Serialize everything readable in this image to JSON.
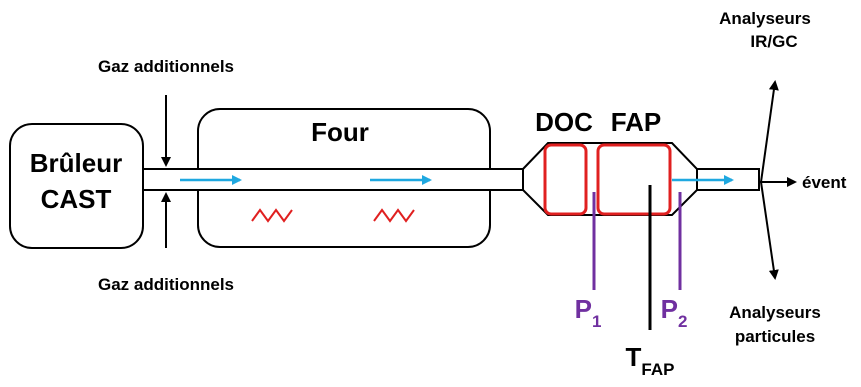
{
  "diagram": {
    "burner": {
      "line1": "Brûleur",
      "line2": "CAST"
    },
    "gas_top": "Gaz additionnels",
    "gas_bottom": "Gaz additionnels",
    "oven": "Four",
    "doc": "DOC",
    "fap": "FAP",
    "ir_gc": {
      "line1": "Analyseurs",
      "line2": "IR/GC"
    },
    "particles": {
      "line1": "Analyseurs",
      "line2": "particules"
    },
    "vent": "évent",
    "p1": {
      "base": "P",
      "sub": "1"
    },
    "p2": {
      "base": "P",
      "sub": "2"
    },
    "tfap": {
      "base": "T",
      "sub": "FAP"
    }
  },
  "colors": {
    "flow_arrow": "#1fa8e0",
    "heater": "#e02020",
    "filter_box": "#e02020",
    "pressure_probe": "#7030a0",
    "line": "#000000"
  }
}
